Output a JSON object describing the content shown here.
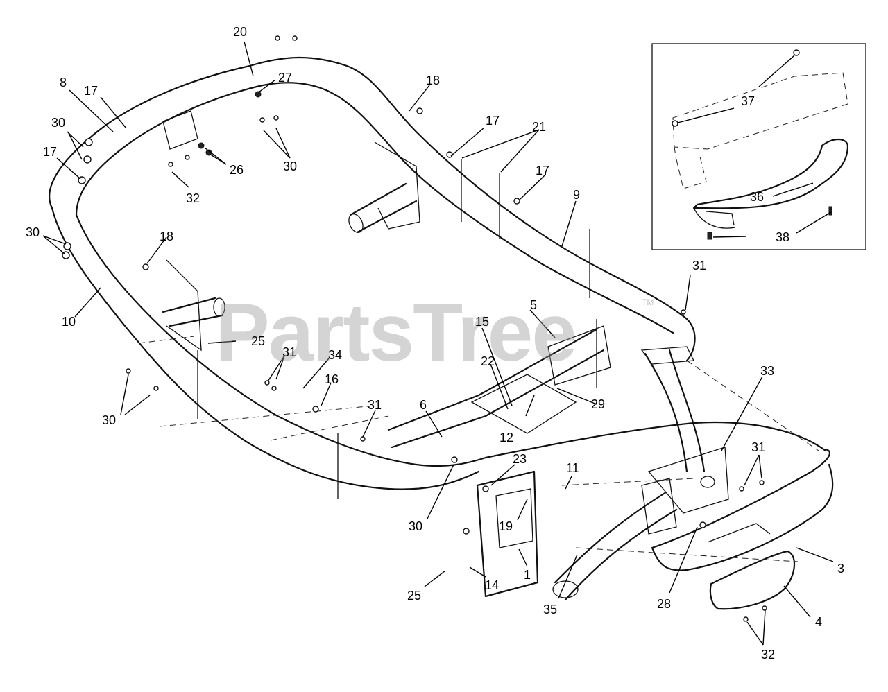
{
  "watermark": {
    "text": "PartsTree",
    "trademark": "TM"
  },
  "callouts": [
    {
      "id": "c20",
      "label": "20"
    },
    {
      "id": "c27",
      "label": "27"
    },
    {
      "id": "c8",
      "label": "8"
    },
    {
      "id": "c17a",
      "label": "17"
    },
    {
      "id": "c18a",
      "label": "18"
    },
    {
      "id": "c30a",
      "label": "30"
    },
    {
      "id": "c17b",
      "label": "17"
    },
    {
      "id": "c26",
      "label": "26"
    },
    {
      "id": "c30b",
      "label": "30"
    },
    {
      "id": "c32a",
      "label": "32"
    },
    {
      "id": "c17c",
      "label": "17"
    },
    {
      "id": "c21",
      "label": "21"
    },
    {
      "id": "c17d",
      "label": "17"
    },
    {
      "id": "c9",
      "label": "9"
    },
    {
      "id": "c30c",
      "label": "30"
    },
    {
      "id": "c18b",
      "label": "18"
    },
    {
      "id": "c10",
      "label": "10"
    },
    {
      "id": "c25a",
      "label": "25"
    },
    {
      "id": "c31a",
      "label": "31"
    },
    {
      "id": "c34",
      "label": "34"
    },
    {
      "id": "c16",
      "label": "16"
    },
    {
      "id": "c30d",
      "label": "30"
    },
    {
      "id": "c5",
      "label": "5"
    },
    {
      "id": "c15",
      "label": "15"
    },
    {
      "id": "c22",
      "label": "22"
    },
    {
      "id": "c29",
      "label": "29"
    },
    {
      "id": "c31b",
      "label": "31"
    },
    {
      "id": "c6",
      "label": "6"
    },
    {
      "id": "c12",
      "label": "12"
    },
    {
      "id": "c23",
      "label": "23"
    },
    {
      "id": "c30e",
      "label": "30"
    },
    {
      "id": "c19",
      "label": "19"
    },
    {
      "id": "c11",
      "label": "11"
    },
    {
      "id": "c33",
      "label": "33"
    },
    {
      "id": "c31c",
      "label": "31"
    },
    {
      "id": "c31d",
      "label": "31"
    },
    {
      "id": "c25b",
      "label": "25"
    },
    {
      "id": "c14",
      "label": "14"
    },
    {
      "id": "c1",
      "label": "1"
    },
    {
      "id": "c35",
      "label": "35"
    },
    {
      "id": "c28",
      "label": "28"
    },
    {
      "id": "c3",
      "label": "3"
    },
    {
      "id": "c4",
      "label": "4"
    },
    {
      "id": "c32b",
      "label": "32"
    },
    {
      "id": "c37",
      "label": "37"
    },
    {
      "id": "c36",
      "label": "36"
    },
    {
      "id": "c38",
      "label": "38"
    }
  ]
}
